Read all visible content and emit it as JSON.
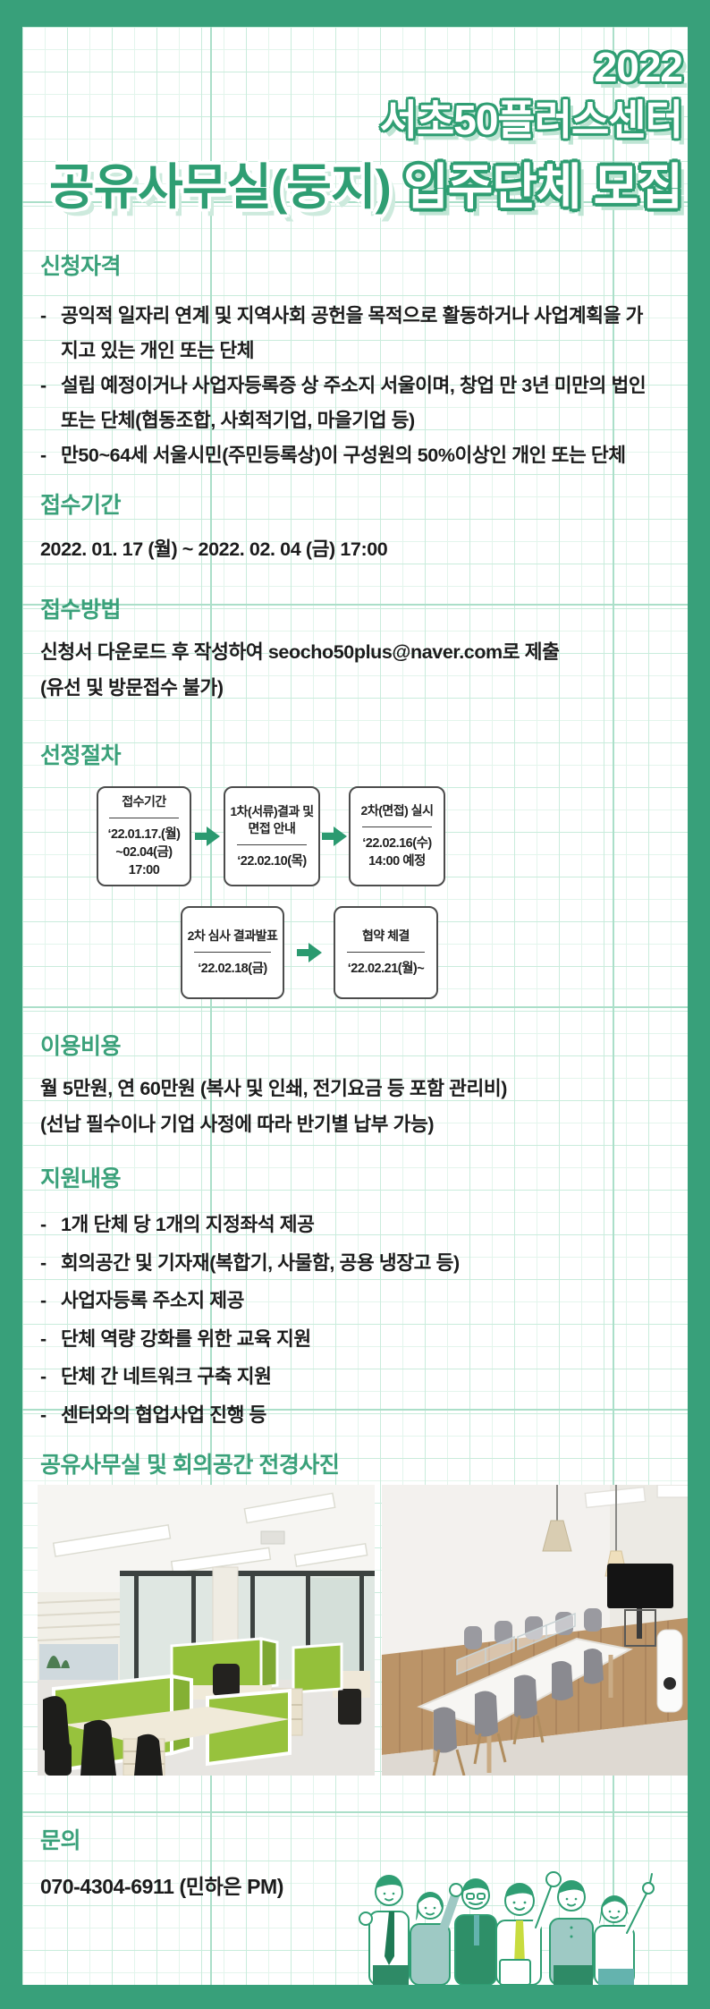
{
  "ui": {
    "dash": "-"
  },
  "header": {
    "year": "2022",
    "org": "서초50플러스센터",
    "title_main": "공유사무실(둥지)",
    "title_sub": "입주단체 모집"
  },
  "qualification": {
    "heading": "신청자격",
    "items": [
      "공익적 일자리 연계 및 지역사회 공헌을 목적으로 활동하거나 사업계획을 가지고 있는 개인 또는 단체",
      "설립 예정이거나 사업자등록증 상 주소지 서울이며, 창업 만 3년 미만의 법인 또는 단체(협동조합, 사회적기업, 마을기업 등)",
      "만50~64세 서울시민(주민등록상)이 구성원의 50%이상인 개인 또는 단체"
    ]
  },
  "period": {
    "heading": "접수기간",
    "value": "2022. 01. 17 (월) ~ 2022. 02. 04 (금) 17:00"
  },
  "method": {
    "heading": "접수방법",
    "line1": "신청서 다운로드 후 작성하여 seocho50plus@naver.com로 제출",
    "line2": "(유선 및 방문접수 불가)"
  },
  "process": {
    "heading": "선정절차",
    "steps": [
      {
        "title": "접수기간",
        "date": "‘22.01.17.(월)\n~02.04(금) 17:00"
      },
      {
        "title": "1차(서류)결과 및\n면접 안내",
        "date": "‘22.02.10(목)"
      },
      {
        "title": "2차(면접) 실시",
        "date": "‘22.02.16(수)\n14:00 예정"
      },
      {
        "title": "2차 심사 결과발표",
        "date": "‘22.02.18(금)"
      },
      {
        "title": "협약 체결",
        "date": "‘22.02.21(월)~"
      }
    ]
  },
  "cost": {
    "heading": "이용비용",
    "line1": "월 5만원, 연 60만원 (복사 및 인쇄, 전기요금 등 포함 관리비)",
    "line2": "(선납 필수이나 기업 사정에 따라 반기별 납부 가능)"
  },
  "support": {
    "heading": "지원내용",
    "items": [
      "1개 단체 당 1개의 지정좌석 제공",
      "회의공간 및 기자재(복합기, 사물함, 공용 냉장고 등)",
      "사업자등록 주소지 제공",
      "단체 역량 강화를 위한 교육 지원",
      "단체 간 네트워크 구축 지원",
      "센터와의 협업사업 진행 등"
    ]
  },
  "photos": {
    "heading": "공유사무실 및 회의공간 전경사진"
  },
  "contact": {
    "heading": "문의",
    "phone": "070-4304-6911 (민하은 PM)"
  },
  "colors": {
    "frame_green": "#38a07a",
    "heading_green": "#3aa17a",
    "title_green": "#2f9e73",
    "text_dark": "#1c1c1c"
  }
}
